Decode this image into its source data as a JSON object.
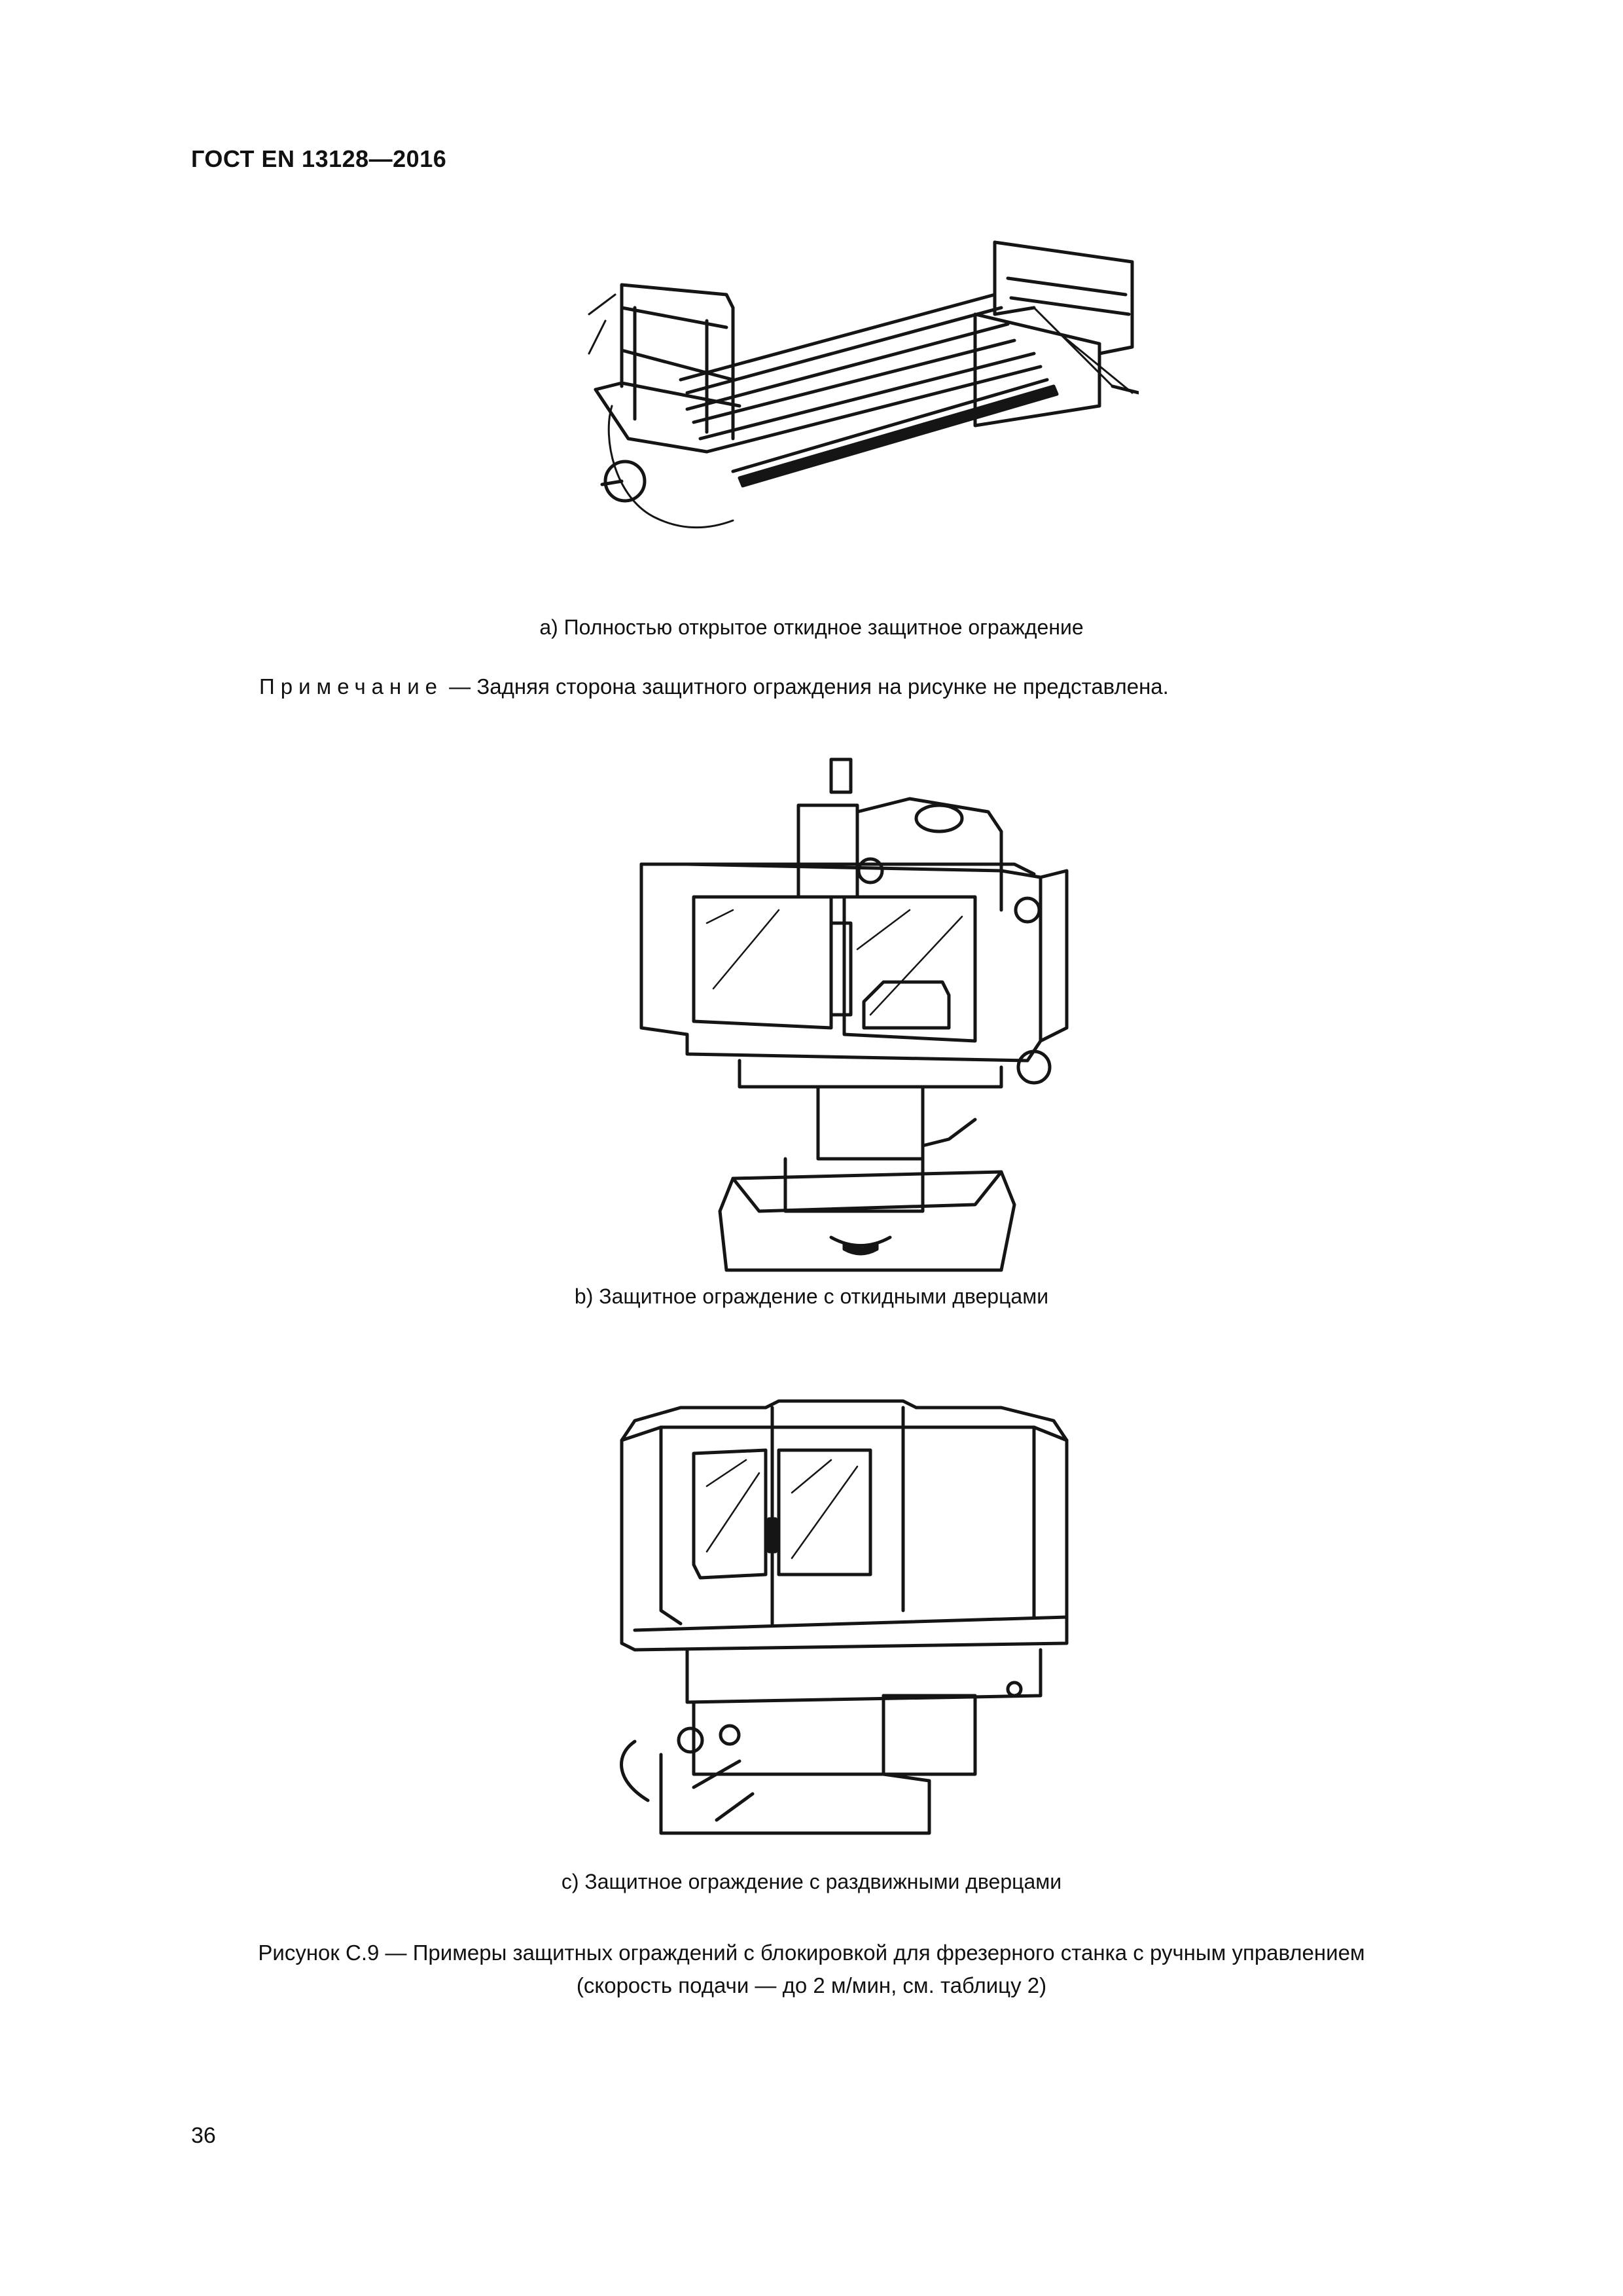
{
  "header": {
    "standard": "ГОСТ EN 13128—2016"
  },
  "figures": [
    {
      "id": "a",
      "caption": "а) Полностью открытое откидное защитное ограждение"
    },
    {
      "id": "b",
      "caption": "b) Защитное ограждение с откидными дверцами"
    },
    {
      "id": "c",
      "caption": "с) Защитное ограждение с раздвижными дверцами"
    }
  ],
  "note": {
    "label": "Примечание",
    "dash": " — ",
    "text": "Задняя сторона защитного ограждения на рисунке не представлена."
  },
  "figure_title": {
    "line1": "Рисунок С.9 — Примеры защитных ограждений с блокировкой для фрезерного станка с ручным управлением",
    "line2": "(скорость подачи — до 2 м/мин, см. таблицу 2)"
  },
  "page_number": "36"
}
